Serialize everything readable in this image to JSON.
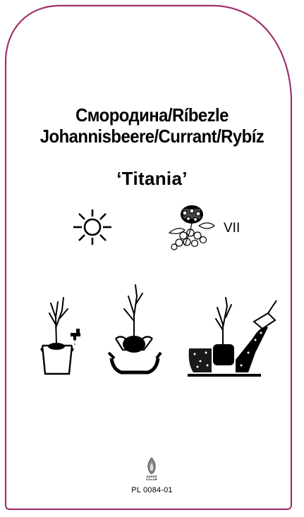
{
  "label": {
    "title_line1": "Смородина/Ríbezle",
    "title_line2": "Johannisbeere/Currant/Rybíz",
    "variety": "‘Titania’",
    "harvest_month": "VII",
    "product_code": "PL 0084-01",
    "logo_text": "SUPER COLOR"
  },
  "colors": {
    "border": "#a0306e",
    "ink": "#000000",
    "background": "#ffffff"
  },
  "icons": [
    "sun-icon",
    "currant-fruit-icon",
    "plant-in-bucket-icon",
    "plant-in-hole-icon",
    "planting-with-soil-icon",
    "flame-logo-icon"
  ]
}
